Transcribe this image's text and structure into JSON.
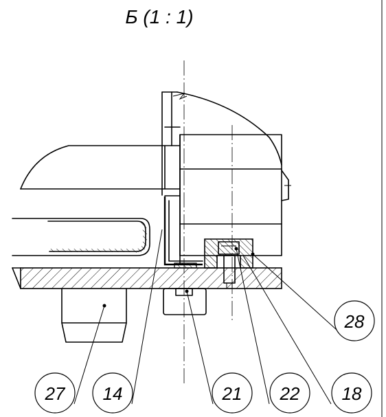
{
  "title": "Б (1 : 1)",
  "callouts": [
    {
      "label": "28"
    },
    {
      "label": "27"
    },
    {
      "label": "14"
    },
    {
      "label": "21"
    },
    {
      "label": "22"
    },
    {
      "label": "18"
    }
  ]
}
